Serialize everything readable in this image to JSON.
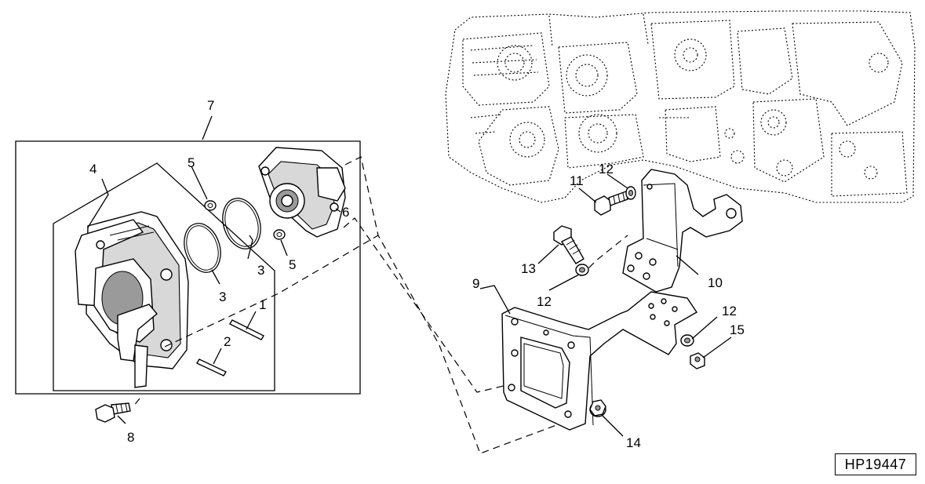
{
  "figure_id": "HP19447",
  "callouts": [
    {
      "id": "c1",
      "label": "1"
    },
    {
      "id": "c2",
      "label": "2"
    },
    {
      "id": "c3a",
      "label": "3"
    },
    {
      "id": "c3b",
      "label": "3"
    },
    {
      "id": "c4",
      "label": "4"
    },
    {
      "id": "c5a",
      "label": "5"
    },
    {
      "id": "c5b",
      "label": "5"
    },
    {
      "id": "c6",
      "label": "6"
    },
    {
      "id": "c7",
      "label": "7"
    },
    {
      "id": "c8",
      "label": "8"
    },
    {
      "id": "c9",
      "label": "9"
    },
    {
      "id": "c10",
      "label": "10"
    },
    {
      "id": "c11",
      "label": "11"
    },
    {
      "id": "c12a",
      "label": "12"
    },
    {
      "id": "c12b",
      "label": "12"
    },
    {
      "id": "c12c",
      "label": "12"
    },
    {
      "id": "c13",
      "label": "13"
    },
    {
      "id": "c14",
      "label": "14"
    },
    {
      "id": "c15",
      "label": "15"
    }
  ]
}
